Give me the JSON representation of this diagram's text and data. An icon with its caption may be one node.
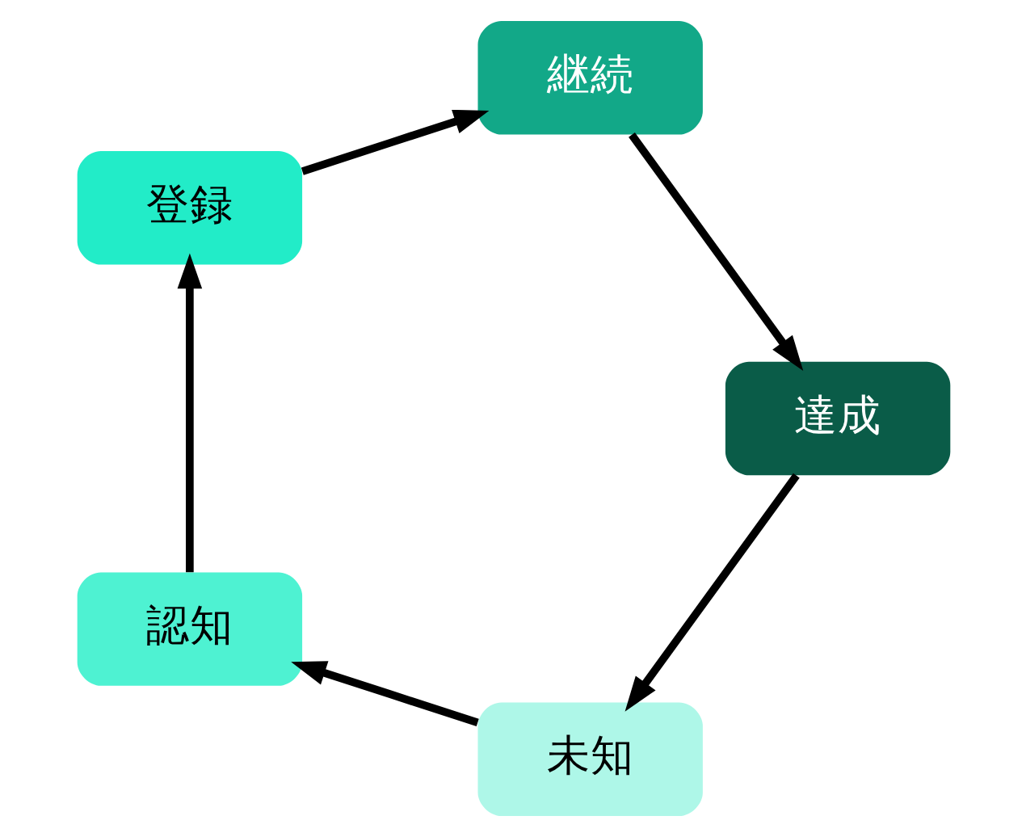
{
  "diagram": {
    "nodes": [
      {
        "text": [
          "未知"
        ]
      },
      {
        "text": [
          "認知"
        ]
      },
      {
        "text": [
          "登録"
        ]
      },
      {
        "text": [
          "継続"
        ]
      },
      {
        "text": [
          "達成"
        ]
      }
    ],
    "edges": [
      {
        "from": 0,
        "to": 1,
        "arrow": "to"
      },
      {
        "from": 1,
        "to": 2,
        "arrow": "to"
      },
      {
        "from": 2,
        "to": 3,
        "arrow": "to"
      },
      {
        "from": 3,
        "to": 4,
        "arrow": "to"
      },
      {
        "from": 4,
        "to": 0,
        "arrow": "to"
      }
    ]
  }
}
